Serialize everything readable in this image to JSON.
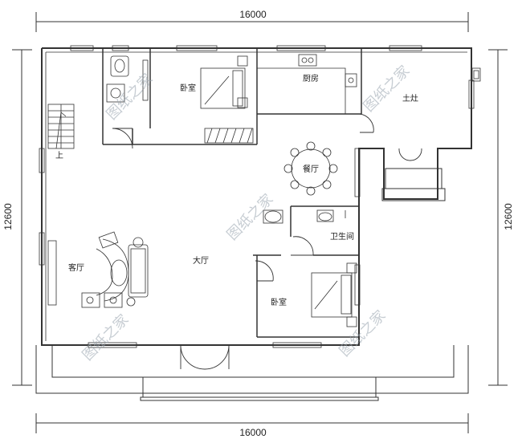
{
  "dimensions": {
    "top": "16000",
    "bottom": "16000",
    "left": "12600",
    "right": "12600"
  },
  "rooms": {
    "bedroom_top": "卧室",
    "kitchen": "厨房",
    "stove": "土灶",
    "dining": "餐厅",
    "stairs_up": "上",
    "living": "客厅",
    "hall": "大厅",
    "bathroom": "卫生间",
    "bedroom_bottom": "卧室"
  },
  "watermark": "图纸之家"
}
